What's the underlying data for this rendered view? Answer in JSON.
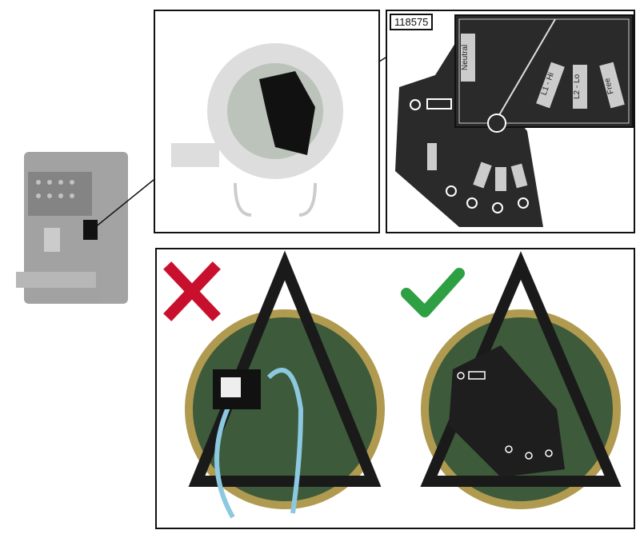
{
  "part_number": "118575",
  "component_labels": [
    "Neutral",
    "L1 - Hi",
    "L2 - Lo",
    "Free"
  ],
  "status_icons": {
    "incorrect": "cross-icon",
    "correct": "check-icon"
  },
  "colors": {
    "incorrect": "#c8102e",
    "correct": "#2ea043",
    "board": "#2a2a2a",
    "coil": "#3d5a3a"
  }
}
